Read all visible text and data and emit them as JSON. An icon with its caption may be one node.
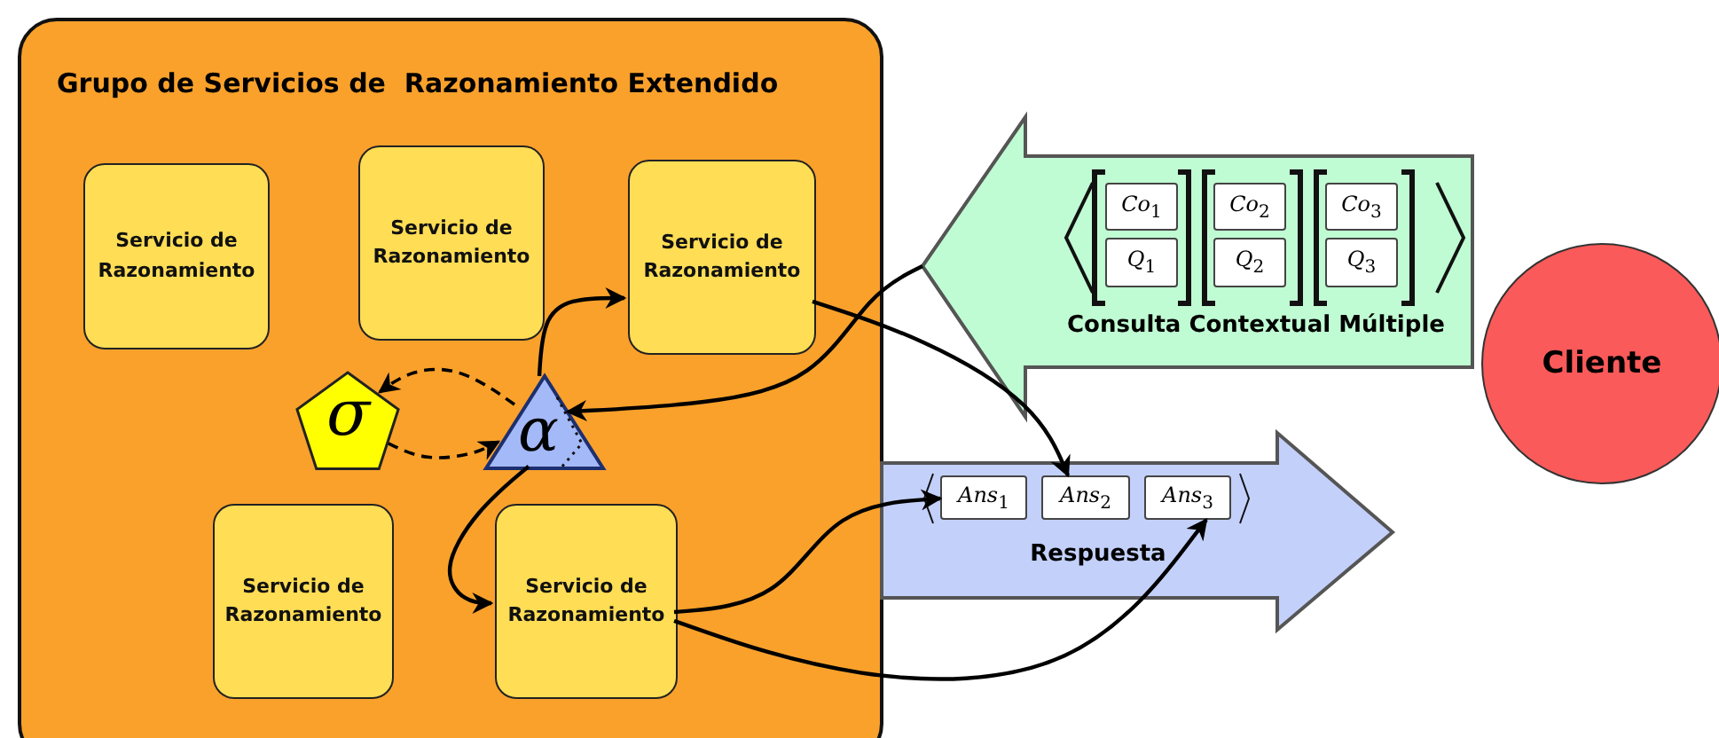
{
  "diagram": {
    "nodes": [
      {
        "text": [
          "Grupo de Servicios de  Razonamiento Extendido"
        ]
      },
      {
        "text": [
          "Servicio de Razonamiento"
        ],
        "in": 0
      },
      {
        "text": [
          "Servicio de Razonamiento"
        ],
        "in": 0
      },
      {
        "text": [
          "Servicio de Razonamiento"
        ],
        "in": 0
      },
      {
        "text": [
          "σ"
        ],
        "in": 0
      },
      {
        "text": [
          "α"
        ],
        "in": 0
      },
      {
        "text": [
          "Servicio de Razonamiento"
        ],
        "in": 0
      },
      {
        "text": [
          "Servicio de Razonamiento"
        ],
        "in": 0
      },
      {
        "text": [
          "Consulta Contextual Múltiple"
        ]
      },
      {
        "text": [
          "*Co*$_{1}$"
        ],
        "in": 8
      },
      {
        "text": [
          "*Q*$_{1}$"
        ],
        "in": 8
      },
      {
        "text": [
          "*Co*$_{2}$"
        ],
        "in": 8
      },
      {
        "text": [
          "*Q*$_{2}$"
        ],
        "in": 8
      },
      {
        "text": [
          "*Co*$_{3}$"
        ],
        "in": 8
      },
      {
        "text": [
          "*Q*$_{3}$"
        ],
        "in": 8
      },
      {
        "text": [
          "Respuesta"
        ]
      },
      {
        "text": [
          "*Ans*$_{1}$"
        ],
        "in": 15
      },
      {
        "text": [
          "*Ans*$_{2}$"
        ],
        "in": 15
      },
      {
        "text": [
          "*Ans*$_{3}$"
        ],
        "in": 15
      },
      {
        "text": [
          "Cliente"
        ]
      }
    ],
    "edges": [
      {
        "from": 8,
        "to": 5,
        "arrow": "to"
      },
      {
        "from": 5,
        "to": 3,
        "arrow": "to"
      },
      {
        "from": 5,
        "to": 7,
        "arrow": "to"
      },
      {
        "from": 5,
        "to": 4,
        "arrow": "to",
        "style": "dashed"
      },
      {
        "from": 4,
        "to": 5,
        "arrow": "to",
        "style": "dashed"
      },
      {
        "from": 3,
        "to": 17,
        "arrow": "to"
      },
      {
        "from": 7,
        "to": 16,
        "arrow": "to"
      },
      {
        "from": 7,
        "to": 18,
        "arrow": "to"
      }
    ]
  }
}
